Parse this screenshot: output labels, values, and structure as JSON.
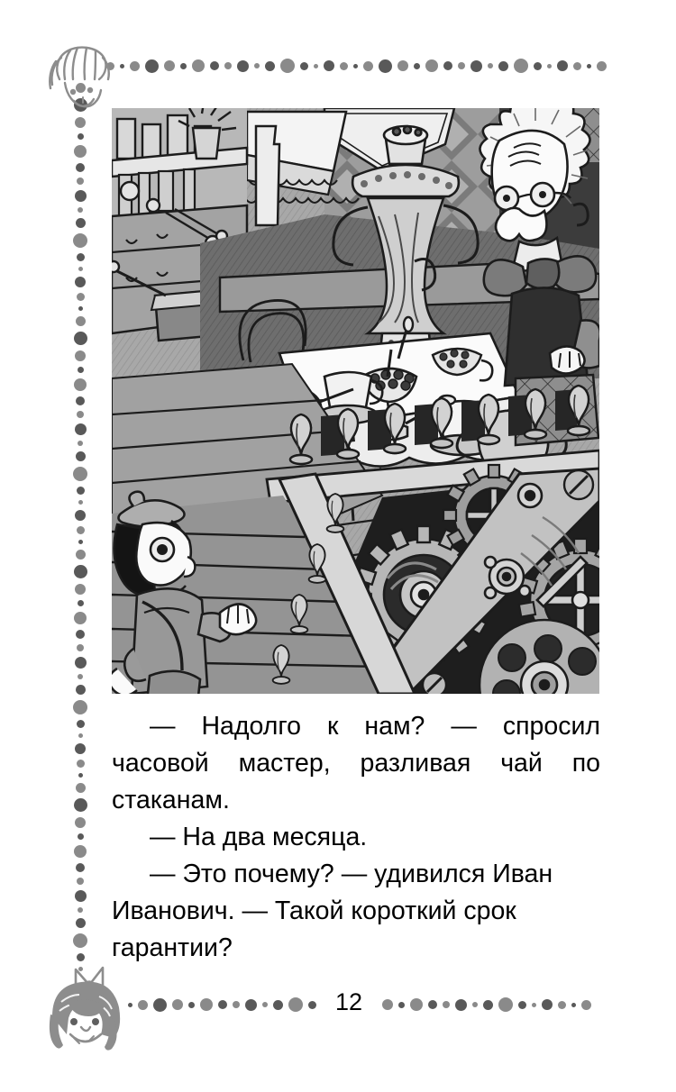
{
  "book_page": {
    "page_number": "12",
    "paragraphs": [
      "— Надолго к нам? — спросил часовой мастер, разливая чай по стаканам.",
      "— На два месяца.",
      "— Это почему? — удивился Иван Иванович. — Такой короткий срок гарантии?"
    ],
    "illustration": {
      "caption_alt": "Часовой мастер за чайным столом с самоваром и мальчик на лестнице среди шестерёнок",
      "elements": [
        "samovar",
        "tea-table",
        "teapot",
        "tea-cups",
        "jam-bowl",
        "old-clockmaker",
        "boy-with-satchel",
        "staircase-balusters",
        "clockwork-gears",
        "shelf-with-tools",
        "chair"
      ]
    },
    "decorations": {
      "top_face": "boy-face",
      "bottom_face": "girl-face-with-bow",
      "dot_border": "dotted-rule"
    },
    "colors": {
      "text": "#000000",
      "dot_dark": "#595959",
      "dot_mid": "#8a8a8a",
      "dot_light": "#b4b4b4",
      "illustration_ink": "#1a1a1a",
      "paper": "#ffffff"
    }
  }
}
